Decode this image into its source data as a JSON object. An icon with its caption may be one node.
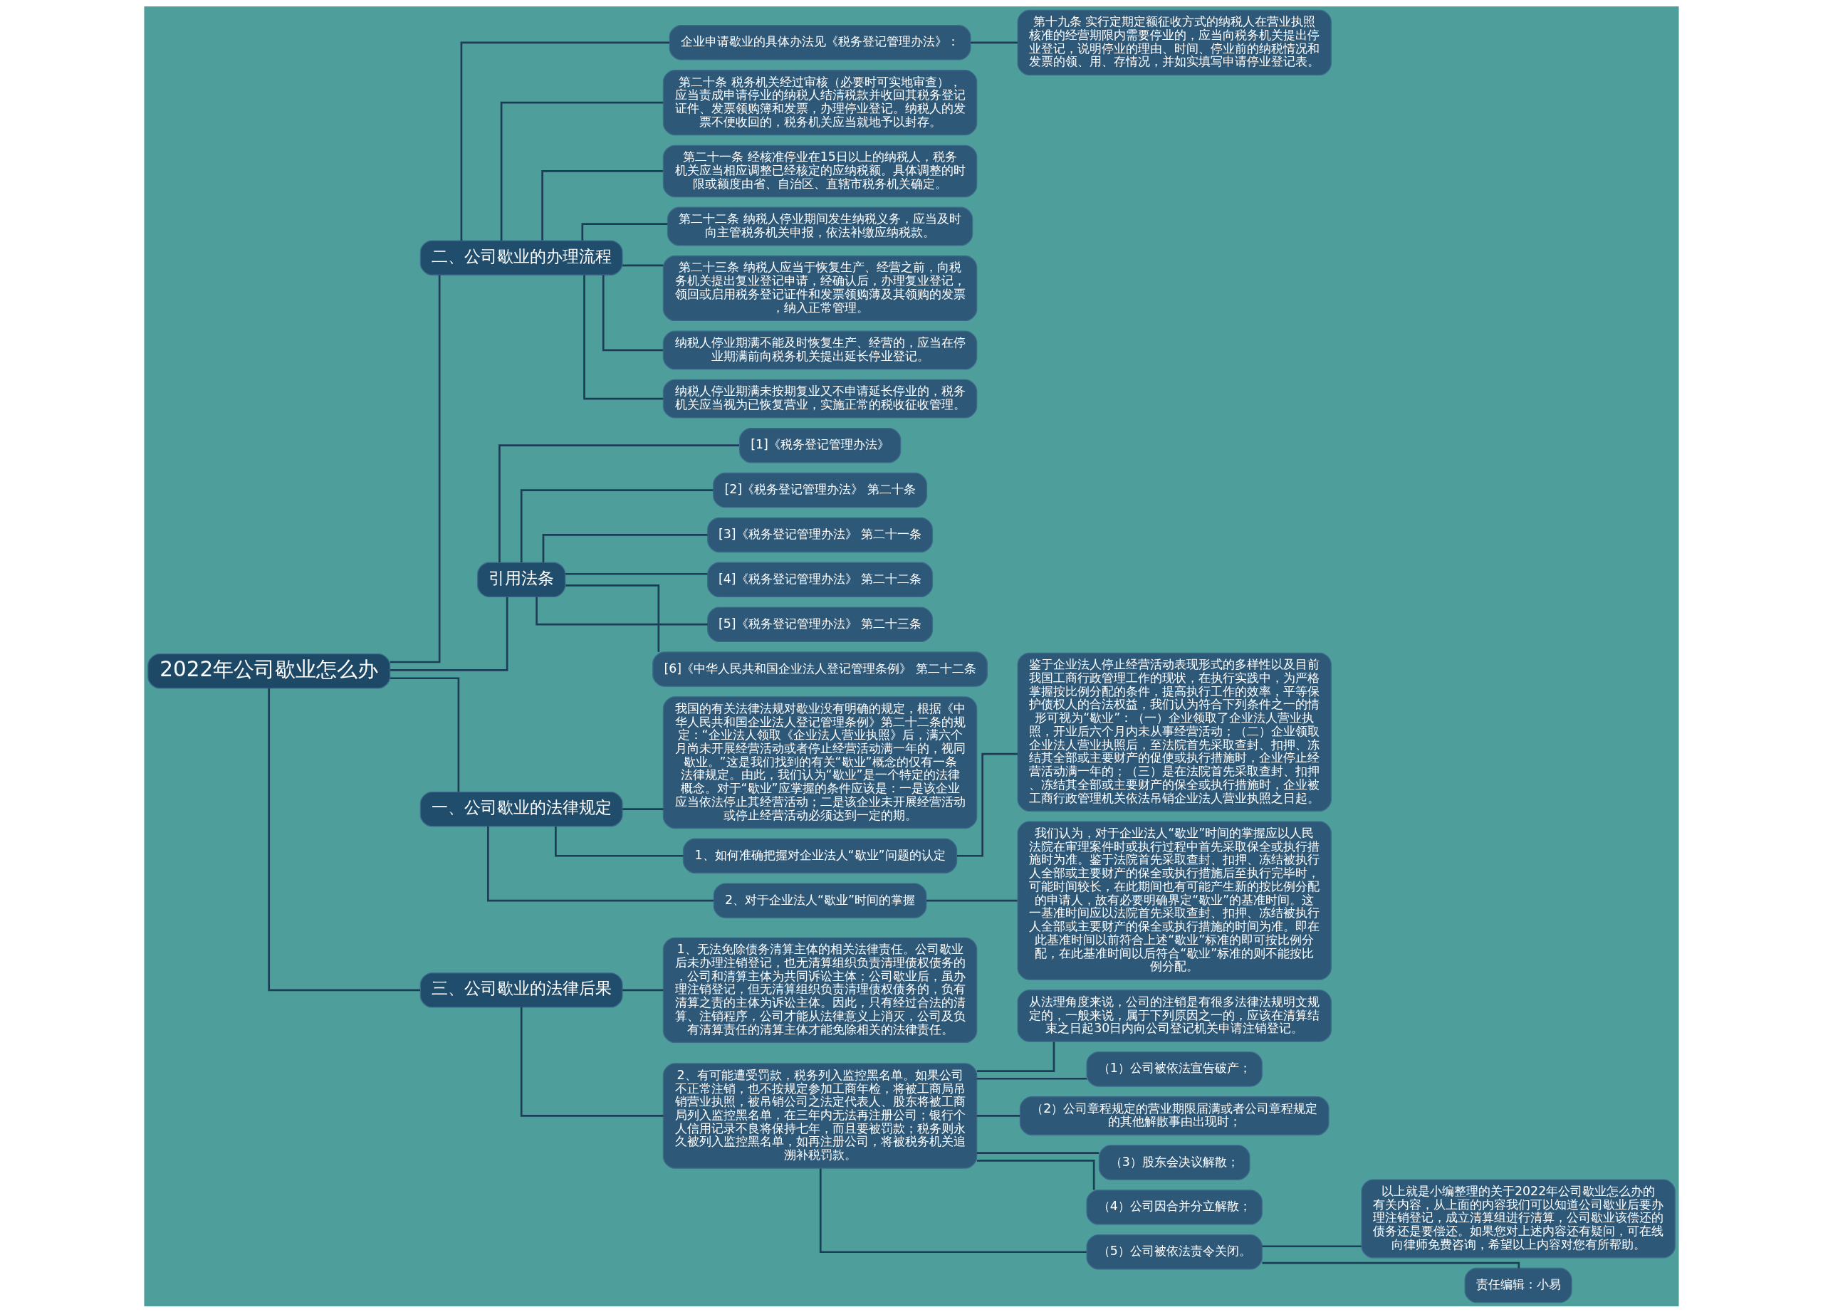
{
  "diagram": {
    "nodes": [
      {
        "text": [
          "2022年公司歇业怎么办"
        ]
      },
      {
        "text": [
          "二、公司歇业的办理流程"
        ]
      },
      {
        "text": [
          "企业申请歇业的具体办法见《税务登记管理办法》："
        ]
      },
      {
        "text": [
          "第十九条 实行定期定额征收方式的纳税人在营业执照核准的经营期限内需要停业的，应当向税务机关提出停业登记，说明停业的理由、时间、停业前的纳税情况和发票的领、用、存情况，并如实填写申请停业登记表。"
        ]
      },
      {
        "text": [
          "第二十条 税务机关经过审核（必要时可实地审查），应当责成申请停业的纳税人结清税款并收回其税务登记证件、发票领购簿和发票，办理停业登记。纳税人的发票不便收回的，税务机关应当就地予以封存。"
        ]
      },
      {
        "text": [
          "第二十一条 经核准停业在15日以上的纳税人，税务机关应当相应调整已经核定的应纳税额。具体调整的时限或额度由省、自治区、直辖市税务机关确定。"
        ]
      },
      {
        "text": [
          "第二十二条 纳税人停业期间发生纳税义务，应当及时向主管税务机关申报，依法补缴应纳税款。"
        ]
      },
      {
        "text": [
          "第二十三条 纳税人应当于恢复生产、经营之前，向税务机关提出复业登记申请，经确认后，办理复业登记，领回或启用税务登记证件和发票领购薄及其领购的发票，纳入正常管理。"
        ]
      },
      {
        "text": [
          "纳税人停业期满不能及时恢复生产、经营的，应当在停业期满前向税务机关提出延长停业登记。"
        ]
      },
      {
        "text": [
          "纳税人停业期满未按期复业又不申请延长停业的，税务机关应当视为已恢复营业，实施正常的税收征收管理。"
        ]
      },
      {
        "text": [
          "引用法条"
        ]
      },
      {
        "text": [
          "[1]《税务登记管理办法》"
        ]
      },
      {
        "text": [
          "[2]《税务登记管理办法》 第二十条"
        ]
      },
      {
        "text": [
          "[3]《税务登记管理办法》 第二十一条"
        ]
      },
      {
        "text": [
          "[4]《税务登记管理办法》 第二十二条"
        ]
      },
      {
        "text": [
          "[5]《税务登记管理办法》 第二十三条"
        ]
      },
      {
        "text": [
          "[6]《中华人民共和国企业法人登记管理条例》 第二十二条"
        ]
      },
      {
        "text": [
          "一、公司歇业的法律规定"
        ]
      },
      {
        "text": [
          "我国的有关法律法规对歇业没有明确的规定，根据《中华人民共和国企业法人登记管理条例》第二十二条的规定：“企业法人领取《企业法人营业执照》后，满六个月尚未开展经营活动或者停止经营活动满一年的，视同歇业。”这是我们找到的有关“歇业”概念的仅有一条法律规定。由此，我们认为“歇业”是一个特定的法律概念。对于“歇业”应掌握的条件应该是：一是该企业应当依法停止其经营活动；二是该企业未开展经营活动或停止经营活动必须达到一定的期。"
        ]
      },
      {
        "text": [
          "1、如何准确把握对企业法人“歇业”问题的认定"
        ]
      },
      {
        "text": [
          "鉴于企业法人停止经营活动表现形式的多样性以及目前我国工商行政管理工作的现状，在执行实践中，为严格掌握按比例分配的条件，提高执行工作的效率，平等保护债权人的合法权益，我们认为符合下列条件之一的情形可视为“歇业”：（一）企业领取了企业法人营业执照，开业后六个月内未从事经营活动；（二）企业领取企业法人营业执照后，至法院首先采取查封、扣押、冻结其全部或主要财产的促使或执行措施时，企业停止经营活动满一年的；（三）是在法院首先采取查封、扣押、冻结其全部或主要财产的保全或执行措施时，企业被工商行政管理机关依法吊销企业法人营业执照之日起。"
        ]
      },
      {
        "text": [
          "2、对于企业法人“歇业”时间的掌握"
        ]
      },
      {
        "text": [
          "我们认为，对于企业法人“歇业”时间的掌握应以人民法院在审理案件时或执行过程中首先采取保全或执行措施时为准。鉴于法院首先采取查封、扣押、冻结被执行人全部或主要财产的保全或执行措施后至执行完毕时，可能时间较长，在此期间也有可能产生新的按比例分配的申请人，故有必要明确界定“歇业”的基准时间。这一基准时间应以法院首先采取查封、扣押、冻结被执行人全部或主要财产的保全或执行措施的时间为准。即在此基准时间以前符合上述“歇业”标准的即可按比例分配，在此基准时间以后符合“歇业”标准的则不能按比例分配。"
        ]
      },
      {
        "text": [
          "三、公司歇业的法律后果"
        ]
      },
      {
        "text": [
          "1、无法免除债务清算主体的相关法律责任。公司歇业后未办理注销登记，也无清算组织负责清理债权债务的，公司和清算主体为共同诉讼主体；公司歇业后，虽办理注销登记，但无清算组织负责清理债权债务的，负有清算之责的主体为诉讼主体。因此，只有经过合法的清算、注销程序，公司才能从法律意义上消灭，公司及负有清算责任的清算主体才能免除相关的法律责任。"
        ]
      },
      {
        "text": [
          "2、有可能遭受罚款，税务列入监控黑名单。如果公司不正常注销，也不按规定参加工商年检，将被工商局吊销营业执照，被吊销公司之法定代表人、股东将被工商局列入监控黑名单，在三年内无法再注册公司；银行个人信用记录不良将保持七年，而且要被罚款；税务则永久被列入监控黑名单，如再注册公司，将被税务机关追溯补税罚款。"
        ]
      },
      {
        "text": [
          "从法理角度来说，公司的注销是有很多法律法规明文规定的，一般来说，属于下列原因之一的，应该在清算结束之日起30日内向公司登记机关申请注销登记。"
        ]
      },
      {
        "text": [
          "（1）公司被依法宣告破产；"
        ]
      },
      {
        "text": [
          "（2）公司章程规定的营业期限届满或者公司章程规定的其他解散事由出现时；"
        ]
      },
      {
        "text": [
          "（3）股东会决议解散；"
        ]
      },
      {
        "text": [
          "（4）公司因合并分立解散；"
        ]
      },
      {
        "text": [
          "（5）公司被依法责令关闭。"
        ]
      },
      {
        "text": [
          "以上就是小编整理的关于2022年公司歇业怎么办的有关内容，从上面的内容我们可以知道公司歇业后要办理注销登记，成立清算组进行清算，公司歇业该偿还的债务还是要偿还。如果您对上述内容还有疑问，可在线向律师免费咨询，希望以上内容对您有所帮助。"
        ]
      },
      {
        "text": [
          "责任编辑：小易"
        ]
      }
    ],
    "edges": [
      {
        "from": 0,
        "to": 1,
        "arrow": "none"
      },
      {
        "from": 1,
        "to": 2,
        "arrow": "none"
      },
      {
        "from": 2,
        "to": 3,
        "arrow": "none"
      },
      {
        "from": 1,
        "to": 4,
        "arrow": "none"
      },
      {
        "from": 1,
        "to": 5,
        "arrow": "none"
      },
      {
        "from": 1,
        "to": 6,
        "arrow": "none"
      },
      {
        "from": 1,
        "to": 7,
        "arrow": "none"
      },
      {
        "from": 1,
        "to": 8,
        "arrow": "none"
      },
      {
        "from": 1,
        "to": 9,
        "arrow": "none"
      },
      {
        "from": 0,
        "to": 10,
        "arrow": "none"
      },
      {
        "from": 10,
        "to": 11,
        "arrow": "none"
      },
      {
        "from": 10,
        "to": 12,
        "arrow": "none"
      },
      {
        "from": 10,
        "to": 13,
        "arrow": "none"
      },
      {
        "from": 10,
        "to": 14,
        "arrow": "none"
      },
      {
        "from": 10,
        "to": 15,
        "arrow": "none"
      },
      {
        "from": 10,
        "to": 16,
        "arrow": "none"
      },
      {
        "from": 0,
        "to": 17,
        "arrow": "none"
      },
      {
        "from": 17,
        "to": 18,
        "arrow": "none"
      },
      {
        "from": 17,
        "to": 19,
        "arrow": "none"
      },
      {
        "from": 19,
        "to": 20,
        "arrow": "none"
      },
      {
        "from": 17,
        "to": 21,
        "arrow": "none"
      },
      {
        "from": 21,
        "to": 22,
        "arrow": "none"
      },
      {
        "from": 0,
        "to": 23,
        "arrow": "none"
      },
      {
        "from": 23,
        "to": 24,
        "arrow": "none"
      },
      {
        "from": 23,
        "to": 25,
        "arrow": "none"
      },
      {
        "from": 25,
        "to": 26,
        "arrow": "none"
      },
      {
        "from": 25,
        "to": 27,
        "arrow": "none"
      },
      {
        "from": 25,
        "to": 28,
        "arrow": "none"
      },
      {
        "from": 25,
        "to": 29,
        "arrow": "none"
      },
      {
        "from": 25,
        "to": 30,
        "arrow": "none"
      },
      {
        "from": 25,
        "to": 31,
        "arrow": "none"
      },
      {
        "from": 31,
        "to": 32,
        "arrow": "none"
      },
      {
        "from": 31,
        "to": 33,
        "arrow": "none"
      }
    ]
  }
}
